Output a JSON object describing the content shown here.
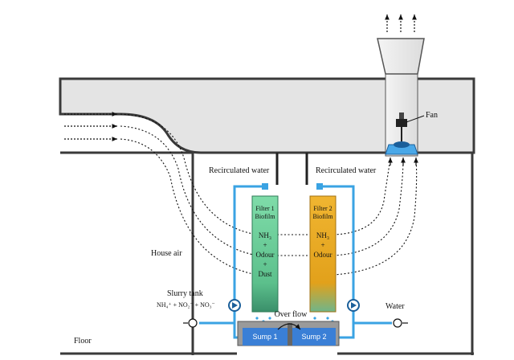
{
  "labels": {
    "fan": "Fan",
    "recirc_left": "Recirculated water",
    "recirc_right": "Recirculated water",
    "house_air": "House air",
    "slurry_tank": "Slurry tank",
    "nitrogen": "NH₄⁺ + NO₂⁻ + NO₃⁻",
    "water": "Water",
    "overflow": "Over flow",
    "floor": "Floor",
    "sump1": "Sump 1",
    "sump2": "Sump 2"
  },
  "filter1": {
    "title1": "Filter 1",
    "title2": "Biofilm",
    "l1": "NH₃",
    "l2": "+",
    "l3": "Odour",
    "l4": "+",
    "l5": "Dust"
  },
  "filter2": {
    "title1": "Filter 2",
    "title2": "Biofilm",
    "l1": "NH₃",
    "l2": "+",
    "l3": "Odour"
  },
  "colors": {
    "ceiling": "#e4e4e4",
    "wall": "#3a3a3a",
    "pipe": "#3aa3e3",
    "filter1": "#6fcf9a",
    "filter2": "#e8a81e",
    "sump": "#3a7fd6",
    "fan_blue": "#4aa8e8"
  },
  "icons": [
    "fan-icon",
    "pump-icon",
    "valve-icon",
    "spray-nozzle-icon",
    "airflow-arrow-icon"
  ]
}
